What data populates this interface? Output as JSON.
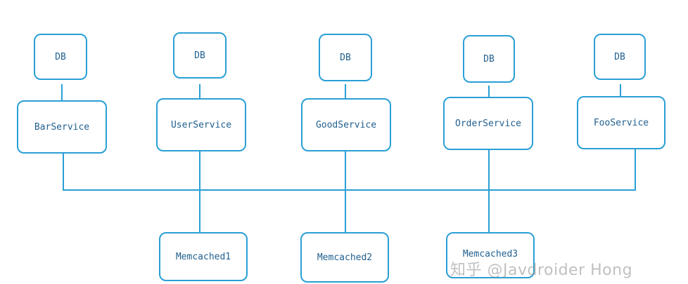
{
  "nodes": {
    "db1": "DB",
    "db2": "DB",
    "db3": "DB",
    "db4": "DB",
    "db5": "DB",
    "service1": "BarService",
    "service2": "UserService",
    "service3": "GoodService",
    "service4": "OrderService",
    "service5": "FooService",
    "cache1": "Memcached1",
    "cache2": "Memcached2",
    "cache3": "Memcached3"
  },
  "edges": [
    [
      "db1",
      "service1"
    ],
    [
      "db2",
      "service2"
    ],
    [
      "db3",
      "service3"
    ],
    [
      "db4",
      "service4"
    ],
    [
      "db5",
      "service5"
    ],
    [
      "service1",
      "bus"
    ],
    [
      "service2",
      "bus"
    ],
    [
      "service3",
      "bus"
    ],
    [
      "service4",
      "bus"
    ],
    [
      "service5",
      "bus"
    ],
    [
      "bus",
      "cache1"
    ],
    [
      "bus",
      "cache2"
    ],
    [
      "bus",
      "cache3"
    ]
  ],
  "colors": {
    "stroke": "#2a9fd6",
    "text": "#1f5f8e"
  },
  "watermark": "知乎 @Javdroider Hong"
}
